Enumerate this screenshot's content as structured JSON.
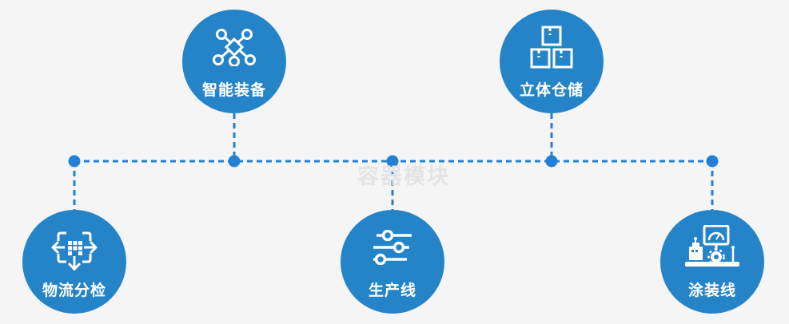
{
  "watermark": {
    "text": "容器模块"
  },
  "colors": {
    "background": "#f5f5f6",
    "node_fill": "#2584c8",
    "connector": "#2380d4",
    "label_text": "#ffffff",
    "watermark_text": "#e4e4e6"
  },
  "nodes": [
    {
      "id": "smart-equipment",
      "label": "智能装备",
      "icon": "network-nodes-icon"
    },
    {
      "id": "stereo-warehouse",
      "label": "立体仓储",
      "icon": "stacked-boxes-icon"
    },
    {
      "id": "logistics-sorting",
      "label": "物流分检",
      "icon": "dispatch-arrows-icon"
    },
    {
      "id": "production-line",
      "label": "生产线",
      "icon": "sliders-icon"
    },
    {
      "id": "coating-line",
      "label": "涂装线",
      "icon": "control-station-icon"
    }
  ]
}
